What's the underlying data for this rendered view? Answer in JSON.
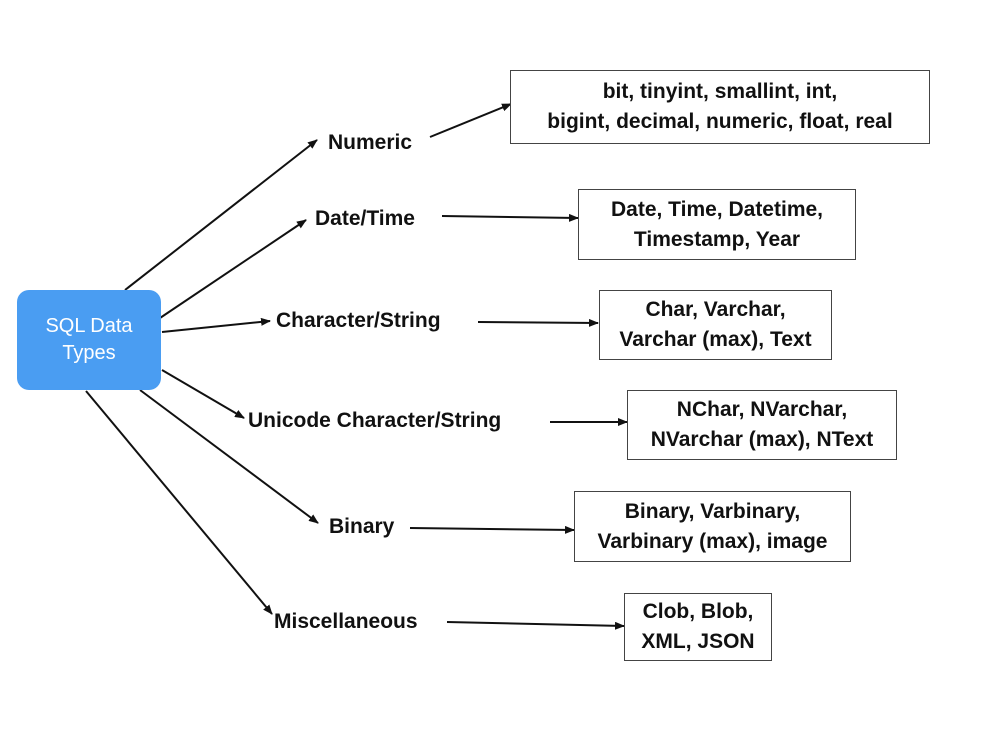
{
  "root": {
    "label": "SQL Data Types",
    "color": "#4a9df2"
  },
  "categories": [
    {
      "name": "Numeric",
      "types": "bit, tinyint, smallint, int,\nbigint, decimal, numeric, float, real"
    },
    {
      "name": "Date/Time",
      "types": "Date, Time, Datetime,\nTimestamp, Year"
    },
    {
      "name": "Character/String",
      "types": "Char, Varchar,\nVarchar (max), Text"
    },
    {
      "name": "Unicode Character/String",
      "types": "NChar, NVarchar,\nNVarchar (max), NText"
    },
    {
      "name": "Binary",
      "types": "Binary, Varbinary,\nVarbinary (max), image"
    },
    {
      "name": "Miscellaneous",
      "types": "Clob, Blob,\nXML, JSON"
    }
  ]
}
